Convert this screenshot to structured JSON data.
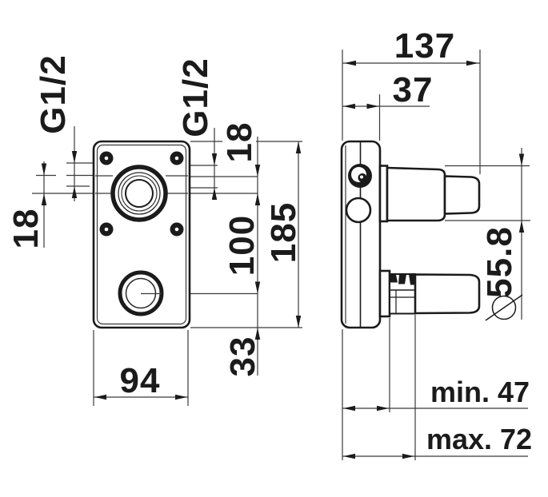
{
  "drawing": {
    "type": "technical-dimension-drawing",
    "subject": "concealed-two-handle-valve-front-and-side-view",
    "background_color": "#ffffff",
    "line_color": "#1b1b1b",
    "labels": {
      "depth_total": "137",
      "depth_plate": "37",
      "thread_left": "G1/2",
      "thread_right": "G1/2",
      "offset_top_left": "18",
      "offset_top_right": "18",
      "port_spacing": "100",
      "plate_height": "185",
      "plate_width": "94",
      "offset_bottom": "33",
      "trim_diameter_value": "55.8",
      "diameter_symbol": "⌀",
      "depth_min": "min. 47",
      "depth_max": "max. 72"
    }
  }
}
